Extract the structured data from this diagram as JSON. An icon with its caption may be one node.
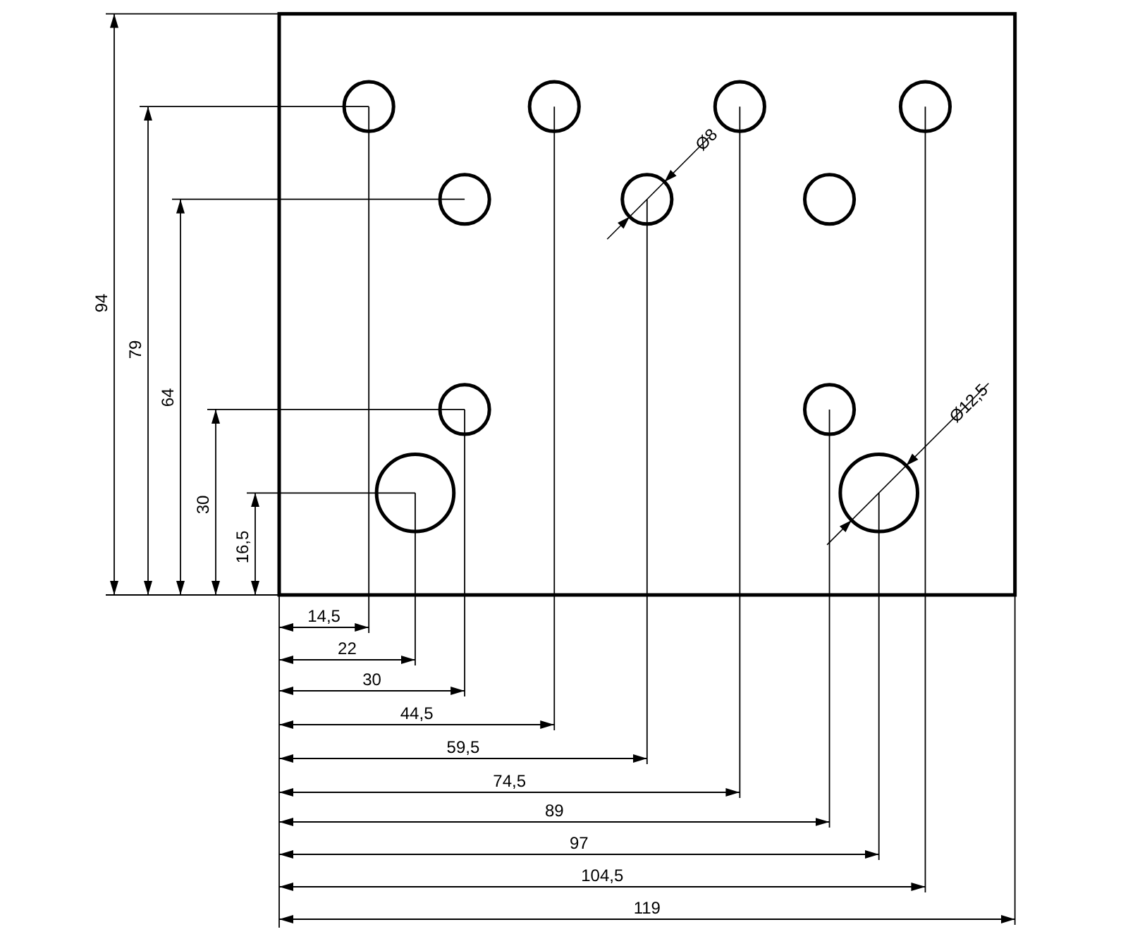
{
  "diagram": {
    "labels": [
      "94",
      "79",
      "64",
      "30",
      "16,5",
      "Ø8",
      "Ø12,5",
      "14,5",
      "22",
      "30",
      "44,5",
      "59,5",
      "74,5",
      "89",
      "97",
      "104,5",
      "119"
    ]
  }
}
